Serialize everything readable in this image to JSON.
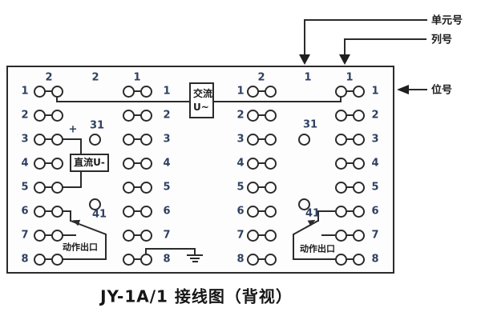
{
  "caption": "JY-1A/1 接线图（背视）",
  "callouts": {
    "unit_no": "单元号",
    "col_no": "列号",
    "pos_no": "位号"
  },
  "ac_box": {
    "line1": "交流",
    "line2": "U~"
  },
  "dc_box": {
    "label": "直流U-"
  },
  "left_unit": {
    "headers": [
      "2",
      "2",
      "1"
    ],
    "left_labels": [
      "1",
      "2",
      "3",
      "4",
      "5",
      "6",
      "7",
      "8"
    ],
    "right_labels": [
      "1",
      "2",
      "3",
      "4",
      "5",
      "6",
      "7",
      "8"
    ],
    "aux_top": "31",
    "aux_bottom": "41",
    "plus": "+",
    "action_label": "动作出口"
  },
  "right_unit": {
    "headers": [
      "2",
      "1",
      "1"
    ],
    "left_labels": [
      "1",
      "2",
      "3",
      "4",
      "5",
      "6",
      "7",
      "8"
    ],
    "right_labels": [
      "1",
      "2",
      "3",
      "4",
      "5",
      "6",
      "7",
      "8"
    ],
    "aux_top": "31",
    "aux_bottom": "41",
    "action_label": "动作出口"
  }
}
